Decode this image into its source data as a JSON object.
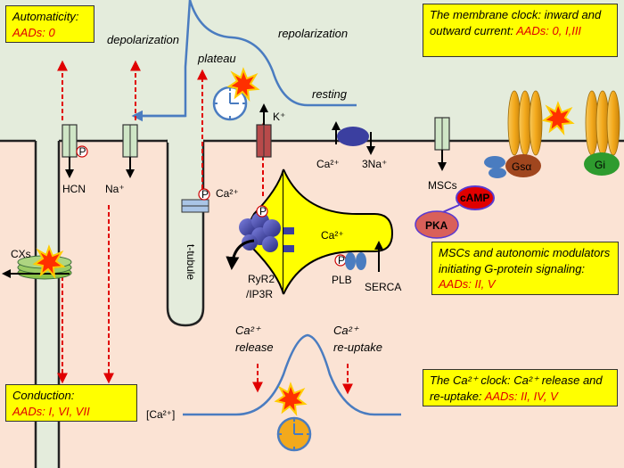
{
  "boxes": {
    "automaticity": {
      "title": "Automaticity:",
      "aads": "AADs: 0"
    },
    "membrane_clock": {
      "text": "The membrane clock: inward and outward current:",
      "aads": "AADs: 0, I,III"
    },
    "mscs": {
      "text": "MSCs and autonomic modulators initiating G-protein signaling:",
      "aads": "AADs: II, V"
    },
    "conduction": {
      "title": "Conduction:",
      "aads": "AADs: I, VI, VII"
    },
    "ca_clock": {
      "text": "The Ca²⁺ clock: Ca²⁺ release and re-uptake:",
      "aads": "AADs: II, IV, V"
    }
  },
  "ap_labels": {
    "depolarization": "depolarization",
    "plateau": "plateau",
    "repolarization": "repolarization",
    "resting": "resting"
  },
  "channel_labels": {
    "hcn": "HCN",
    "na": "Na⁺",
    "k": "K⁺",
    "ca_exchanger": "Ca²⁺",
    "three_na": "3Na⁺",
    "mscs": "MSCs",
    "gs_alpha": "Gsα",
    "gi": "Gi",
    "camp": "cAMP",
    "pka": "PKA",
    "cxs": "CXs",
    "t_tubule": "t-tubule",
    "ca_ltype": "Ca²⁺",
    "sr_ca": "Ca²⁺",
    "ryr2": "RyR2",
    "ip3r": "/IP3R",
    "plb": "PLB",
    "serca": "SERCA",
    "phospho": "P"
  },
  "transient_labels": {
    "ca_release_1": "Ca²⁺",
    "ca_release_2": "release",
    "ca_reuptake_1": "Ca²⁺",
    "ca_reuptake_2": "re-uptake",
    "cai": "[Ca²⁺]"
  },
  "colors": {
    "extracellular": "#e4ecdc",
    "intracellular": "#fbe3d4",
    "box": "#ffff00",
    "aad_text": "#e00000",
    "ap_trace": "#4a7cc0",
    "red_arrow": "#e00000",
    "sr": "#ffff00",
    "channel_green": "#cfe6c6",
    "channel_red": "#b84a4a",
    "ryr_blue": "#3b3fa0",
    "pka": "#d9605a",
    "camp": "#e00000",
    "gs": "#a0461e",
    "gi": "#2e9b2e",
    "gpcr": "#f3a91c"
  }
}
